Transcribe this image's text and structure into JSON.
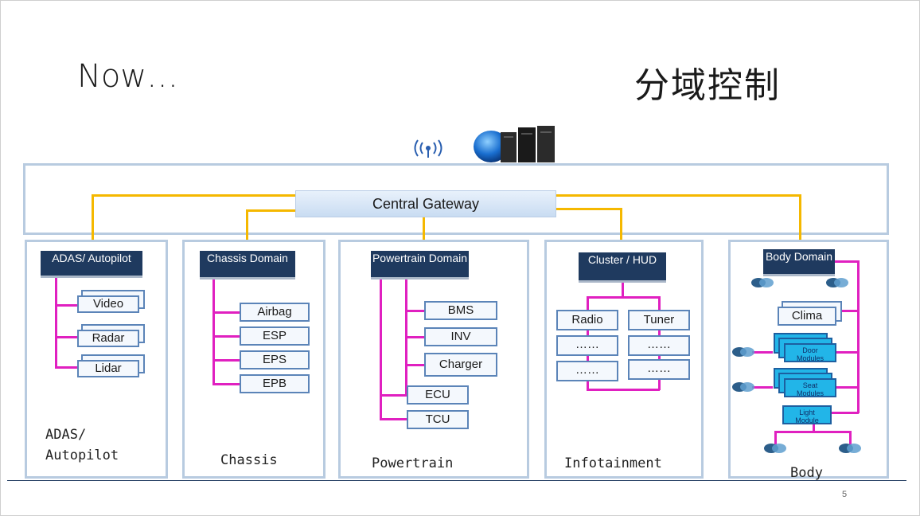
{
  "slide": {
    "title_left": "Now…",
    "title_right": "分域控制",
    "page_number": "5"
  },
  "gateway": {
    "label": "Central Gateway"
  },
  "domains": {
    "adas": {
      "label": "ADAS/ Autopilot",
      "caption_line1": "ADAS/",
      "caption_line2": "Autopilot",
      "modules": [
        "Video",
        "Radar",
        "Lidar"
      ]
    },
    "chassis": {
      "label": "Chassis Domain",
      "caption": "Chassis",
      "modules": [
        "Airbag",
        "ESP",
        "EPS",
        "EPB"
      ]
    },
    "powertrain": {
      "label": "Powertrain Domain",
      "caption": "Powertrain",
      "modules": [
        "BMS",
        "INV",
        "Charger",
        "ECU",
        "TCU"
      ]
    },
    "infotainment": {
      "label": "Cluster / HUD",
      "caption": "Infotainment",
      "modules": [
        "Radio",
        "Tuner",
        "……",
        "……",
        "……",
        "……"
      ]
    },
    "body": {
      "label": "Body Domain",
      "caption": "Body",
      "modules": [
        "Clima",
        "Door Modules",
        "Seat Modules",
        "Light Module"
      ]
    }
  },
  "colors": {
    "gateway_wire": "#f5b800",
    "domain_wire": "#e020c0",
    "domain_label_bg": "#1f3a5f",
    "box_border": "#b8cbe0"
  },
  "icons": [
    "wireless-icon",
    "cloud-server-icon",
    "connector-icon"
  ]
}
